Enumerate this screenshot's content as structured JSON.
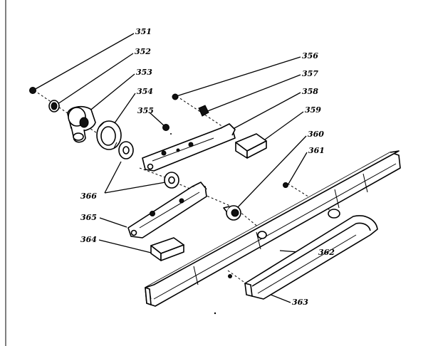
{
  "diagram": {
    "labels": {
      "p351": "351",
      "p352": "352",
      "p353": "353",
      "p354": "354",
      "p355": "355",
      "p356": "356",
      "p357": "357",
      "p358": "358",
      "p359": "359",
      "p360": "360",
      "p361": "361",
      "p362": "362",
      "p363": "363",
      "p364": "364",
      "p365": "365",
      "p366": "366"
    }
  }
}
